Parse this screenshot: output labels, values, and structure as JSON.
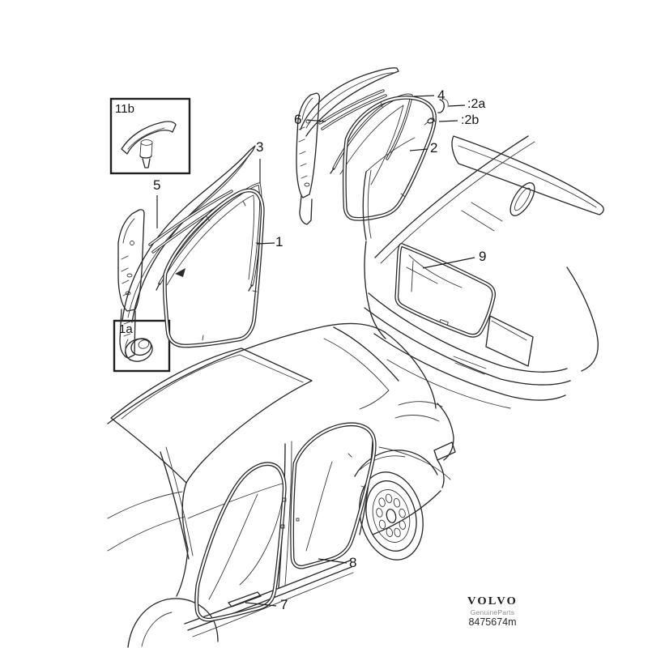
{
  "image": {
    "kind": "vehicle-parts-line-diagram",
    "subject": "Door, window and trunk sealing strips with body illustrations",
    "background": "#ffffff"
  },
  "colors": {
    "line": "#2b2b2b",
    "label_text": "#141414",
    "subtitle_gray": "#8c8c8c"
  },
  "insets": {
    "clip_box": {
      "label": "11b",
      "icon": "clip-fastener-icon"
    },
    "grommet_box": {
      "label": "1a",
      "icon": "grommet-icon"
    }
  },
  "callouts": {
    "c1": "1",
    "c2": "2",
    "c2a": ":2a",
    "c2b": ":2b",
    "c3": "3",
    "c4": "4",
    "c5": "5",
    "c6": "6",
    "c7": "7",
    "c8": "8",
    "c9": "9"
  },
  "brand": {
    "wordmark": "VOLVO",
    "subtitle": "GenuineParts",
    "part_code": "8475674m"
  }
}
